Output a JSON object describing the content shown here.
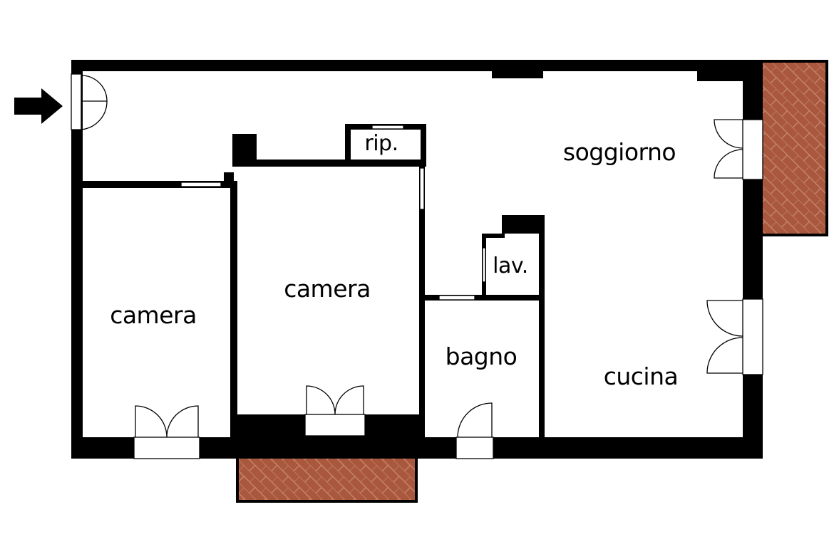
{
  "plan": {
    "rooms": {
      "camera_left": "camera",
      "camera_center": "camera",
      "ripostiglio": "rip.",
      "lavanderia": "lav.",
      "bagno": "bagno",
      "soggiorno": "soggiorno",
      "cucina": "cucina"
    },
    "colors": {
      "wall": "#000000",
      "background": "#ffffff",
      "balcony_tile": "#a9583e",
      "balcony_grout": "#c98a72"
    },
    "icons": {
      "entrance": "arrow-right-icon"
    }
  }
}
